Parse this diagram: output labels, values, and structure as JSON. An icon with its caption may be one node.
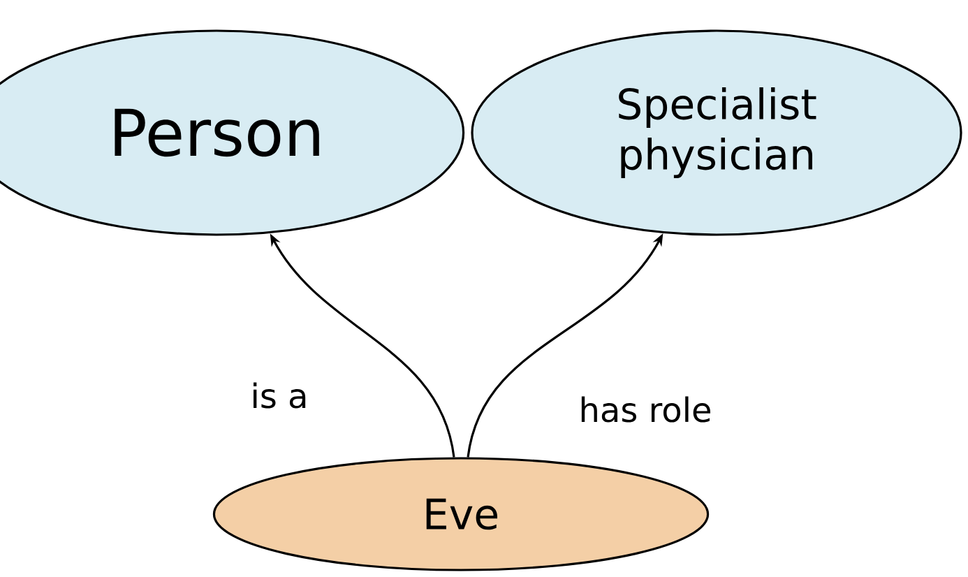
{
  "diagram": {
    "nodes": [
      {
        "text": [
          "Person"
        ]
      },
      {
        "text": [
          "Specialist physician"
        ]
      },
      {
        "text": [
          "Eve"
        ]
      }
    ],
    "edges": [
      {
        "from": 2,
        "to": 0,
        "arrow": "to",
        "label": "is a"
      },
      {
        "from": 2,
        "to": 1,
        "arrow": "to",
        "label": "has role"
      }
    ]
  }
}
